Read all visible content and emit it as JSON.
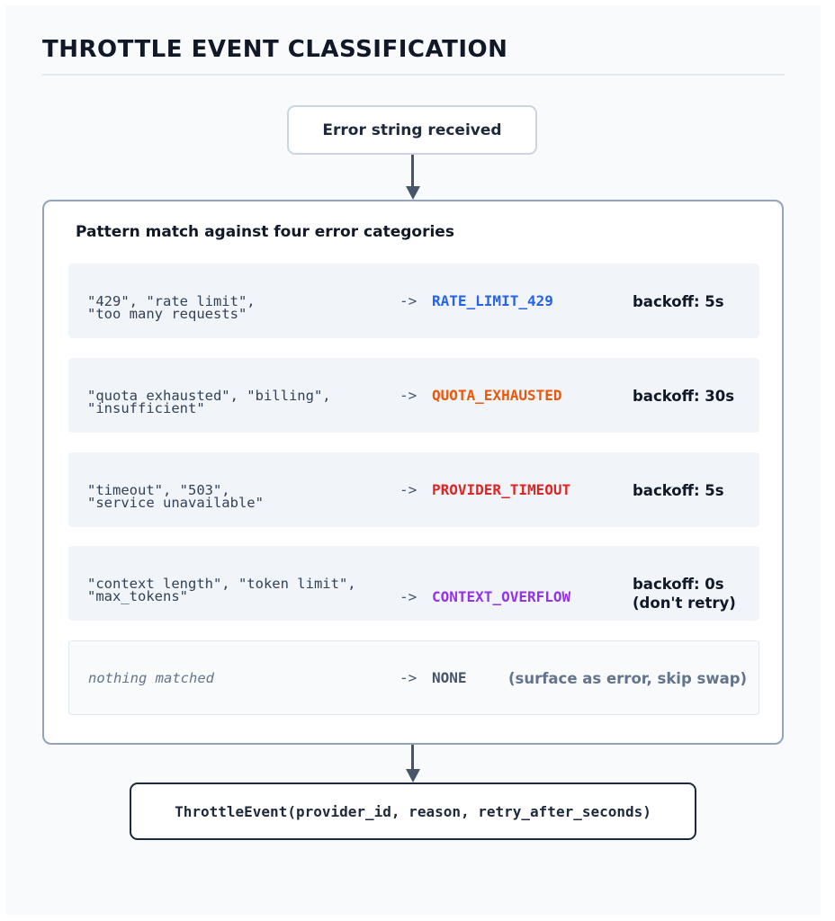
{
  "title": "THROTTLE EVENT CLASSIFICATION",
  "start_node": "Error string received",
  "panel_heading": "Pattern match against four error categories",
  "arrow_text": "->",
  "categories": [
    {
      "patterns_line1": "\"429\", \"rate limit\",",
      "patterns_line2": "\"too many requests\"",
      "code": "RATE_LIMIT_429",
      "code_color": "#2563eb",
      "backoff_line1": "backoff: 5s",
      "backoff_line2": ""
    },
    {
      "patterns_line1": "\"quota exhausted\", \"billing\",",
      "patterns_line2": "\"insufficient\"",
      "code": "QUOTA_EXHAUSTED",
      "code_color": "#ea580c",
      "backoff_line1": "backoff: 30s",
      "backoff_line2": ""
    },
    {
      "patterns_line1": "\"timeout\", \"503\",",
      "patterns_line2": "\"service unavailable\"",
      "code": "PROVIDER_TIMEOUT",
      "code_color": "#dc2626",
      "backoff_line1": "backoff: 5s",
      "backoff_line2": ""
    },
    {
      "patterns_line1": "\"context length\", \"token limit\",",
      "patterns_line2": "\"max_tokens\"",
      "code": "CONTEXT_OVERFLOW",
      "code_color": "#9333ea",
      "backoff_line1": "backoff: 0s",
      "backoff_line2": "(don't retry)"
    }
  ],
  "fallback": {
    "patterns": "nothing matched",
    "code": "NONE",
    "code_color": "#475569",
    "note": "(surface as error, skip swap)"
  },
  "end_node": "ThrottleEvent(provider_id, reason, retry_after_seconds)",
  "colors": {
    "background": "#f8fafc",
    "row_fill": "#f1f5f9",
    "arrow": "#475569",
    "panel_border": "#94a3b8"
  }
}
